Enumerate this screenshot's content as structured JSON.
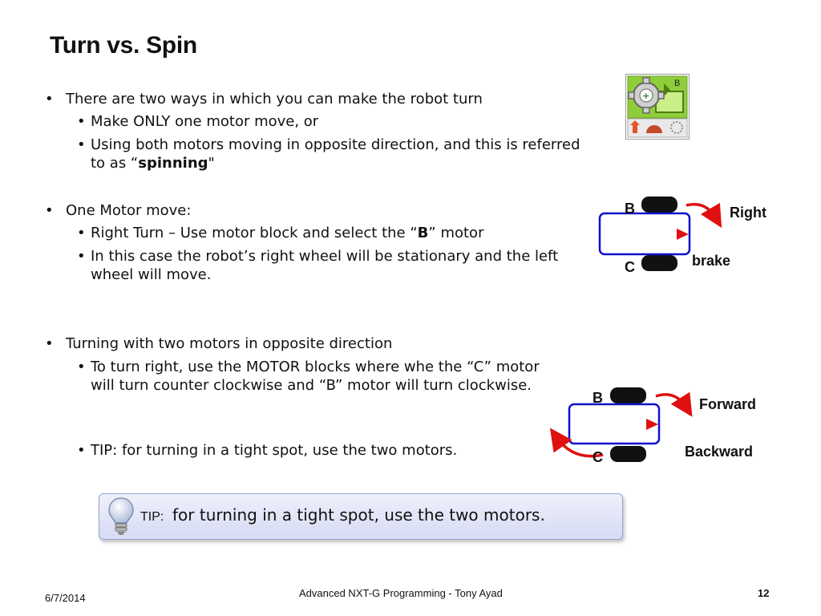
{
  "slide": {
    "title": "Turn vs. Spin",
    "bullet_char": "•",
    "bullets": {
      "b1": "There are two ways in which you can make the robot turn",
      "b1_1": "Make ONLY one motor move, or",
      "b1_2_pre": "Using both motors moving in opposite direction, and this is referred to as “",
      "b1_2_bold": "spinning",
      "b1_2_post": "\"",
      "b2": "One Motor move:",
      "b2_1_pre": "Right Turn – Use motor block and select the “",
      "b2_1_bold": "B",
      "b2_1_post": "” motor",
      "b2_2": "In this case the robot’s right wheel will be stationary and the left wheel will move.",
      "b3": "Turning with two motors in opposite direction",
      "b3_1": "To turn right, use the MOTOR blocks where whe the “C” motor will turn counter clockwise and “B” motor will turn clockwise.",
      "b3_2": "TIP: for turning in a tight spot, use the two motors."
    },
    "motor_block_icon": {
      "icon": "nxt-motor-block-icon",
      "port_letter": "B"
    },
    "diagram1": {
      "wheel_top": "B",
      "wheel_bottom": "C",
      "label_arrow": "Right",
      "label_stationary": "brake"
    },
    "diagram2": {
      "wheel_top": "B",
      "wheel_bottom": "C",
      "label_forward": "Forward",
      "label_backward": "Backward"
    },
    "tip": {
      "icon": "lightbulb-icon",
      "lead": "TIP:",
      "text": "for turning in a tight spot, use the two motors."
    },
    "footer": {
      "date": "6/7/2014",
      "center": "Advanced NXT-G Programming - Tony Ayad",
      "page": "12"
    },
    "colors": {
      "arrow": "#e01010",
      "robot_outline": "#1010cc",
      "block_green": "#8fce3a"
    }
  }
}
